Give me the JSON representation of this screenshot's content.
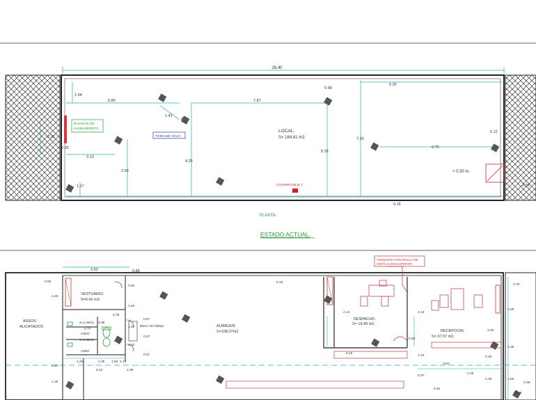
{
  "top_plan": {
    "overall": "26.40",
    "local_label": "LOCAL.",
    "local_area": "S= 184.81 m2.",
    "bajante_1": "BAJANTE DE",
    "bajante_2": "SANEAMIENTO.",
    "toma_agua": "TOMA DE AGUA.",
    "cuadro_bt": "CUADRO DE B.T.",
    "level": "+ 0.30 m.",
    "plan_caption": "PLANTA.",
    "state_caption": "ESTADO ACTUAL.",
    "dims": {
      "d194": "1.94",
      "d580": "5.80",
      "d141": "1.41",
      "d787": "7.87",
      "d598": "5.98",
      "d625": "6.25",
      "d212": "2.12",
      "d225": "2.25",
      "d313": "3.13",
      "d293": "2.93",
      "d425": "4.25",
      "d533": "5.33",
      "d720": "7.20",
      "d675": "6.75",
      "d612": "6.12",
      "d117": "1.17",
      "d615": "6.15",
      "d203": "2.03"
    }
  },
  "bottom_plan": {
    "note_1": "TABIQUERIA CON REJILLA DE",
    "note_2": "VENTILACION SUPERIOR",
    "aseos_1": "ASEOS",
    "aseos_2": "ALICATADOS",
    "vestuario": "VESTUARIO.",
    "vestuario_area": "S=6.41 m2.",
    "aseo_area_1": "S=1.45m2.",
    "aseo_label_1": "ASEO",
    "aseo_area_2": "S=1.39m2.",
    "aseo_label_2": "ASEO",
    "banco": "Banco de trabajo.",
    "almacen": "ALMACEN.",
    "almacen_area": "S=108.07m2.",
    "despacho": "DESPACHO.",
    "despacho_area": "S= 18.49 m2.",
    "recepcion": "RECEPCION.",
    "recepcion_area": "S= 37.57 m2.",
    "dims": {
      "d350": "3.50",
      "d088": "0.88",
      "d050": "0.50",
      "d126": "1.26",
      "d090": "0.90",
      "d149": "1.49",
      "d078": "0.78",
      "d057a": "0.57",
      "d102a": "1.02",
      "d057b": "0.57",
      "d102b": "1.02",
      "d057c": "0.57",
      "d038": "0.38",
      "d077": "0.77",
      "d615": "6.15",
      "d413a": "4.13",
      "d413b": "4.13",
      "d375": "3.75",
      "d526": "5.26",
      "d080": "0.80",
      "d330": "3.30",
      "d235": "2.35",
      "d104": "1.04",
      "d615b": "6.15",
      "d120": "1.20",
      "d126b": "1.26",
      "d126c": "1.26",
      "d105": "1.05",
      "d150": "1.50",
      "d117": "1.17",
      "d012": "0.12",
      "d106": "1.06",
      "d554": "5.54",
      "d245": "2.45",
      "d130": "1.30",
      "d150b": "1.50",
      "d037": "0.37",
      "d015": "0.15",
      "d0c": "0.30",
      "d060": "0.60",
      "d039": "0.39"
    }
  }
}
